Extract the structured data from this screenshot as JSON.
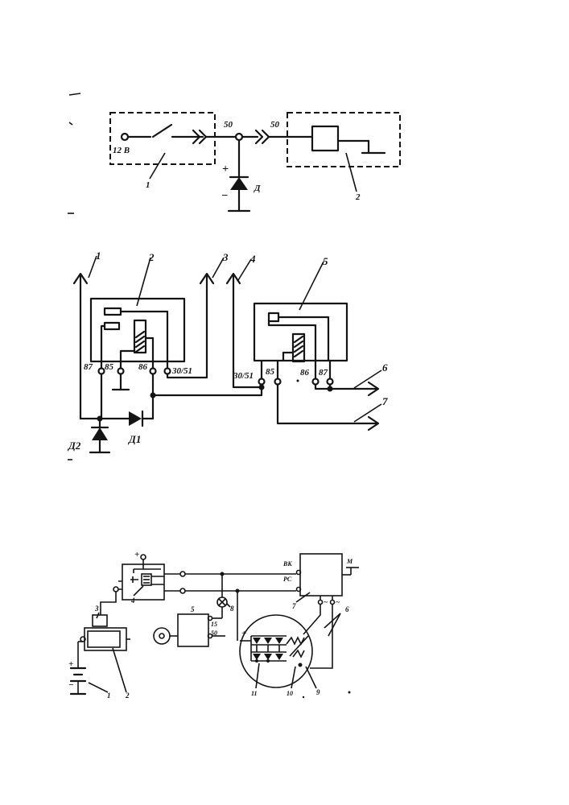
{
  "diagram1": {
    "voltage": "12 В",
    "terminal_left": "50",
    "terminal_right": "50",
    "plus": "+",
    "minus": "−",
    "diode": "Д",
    "callout_1": "1",
    "callout_2": "2"
  },
  "diagram2": {
    "callouts": [
      "1",
      "2",
      "3",
      "4",
      "5",
      "6",
      "7"
    ],
    "relay_left_terminals": [
      "87",
      "85",
      "86",
      "30/51"
    ],
    "relay_right_terminals": [
      "30/51",
      "85",
      "86",
      "87"
    ],
    "diode_d2": "Д2",
    "diode_d1": "Д1"
  },
  "diagram3": {
    "plus_top": "+",
    "plus_battery": "+",
    "minus_battery": "−",
    "plus_rectifier": "+",
    "label_vk": "ВК",
    "label_rs": "РС",
    "label_m": "М",
    "terminal_15": "15",
    "terminal_50": "50",
    "callouts": [
      "1",
      "2",
      "3",
      "4",
      "5",
      "6",
      "7",
      "8",
      "9",
      "10",
      "11"
    ]
  }
}
